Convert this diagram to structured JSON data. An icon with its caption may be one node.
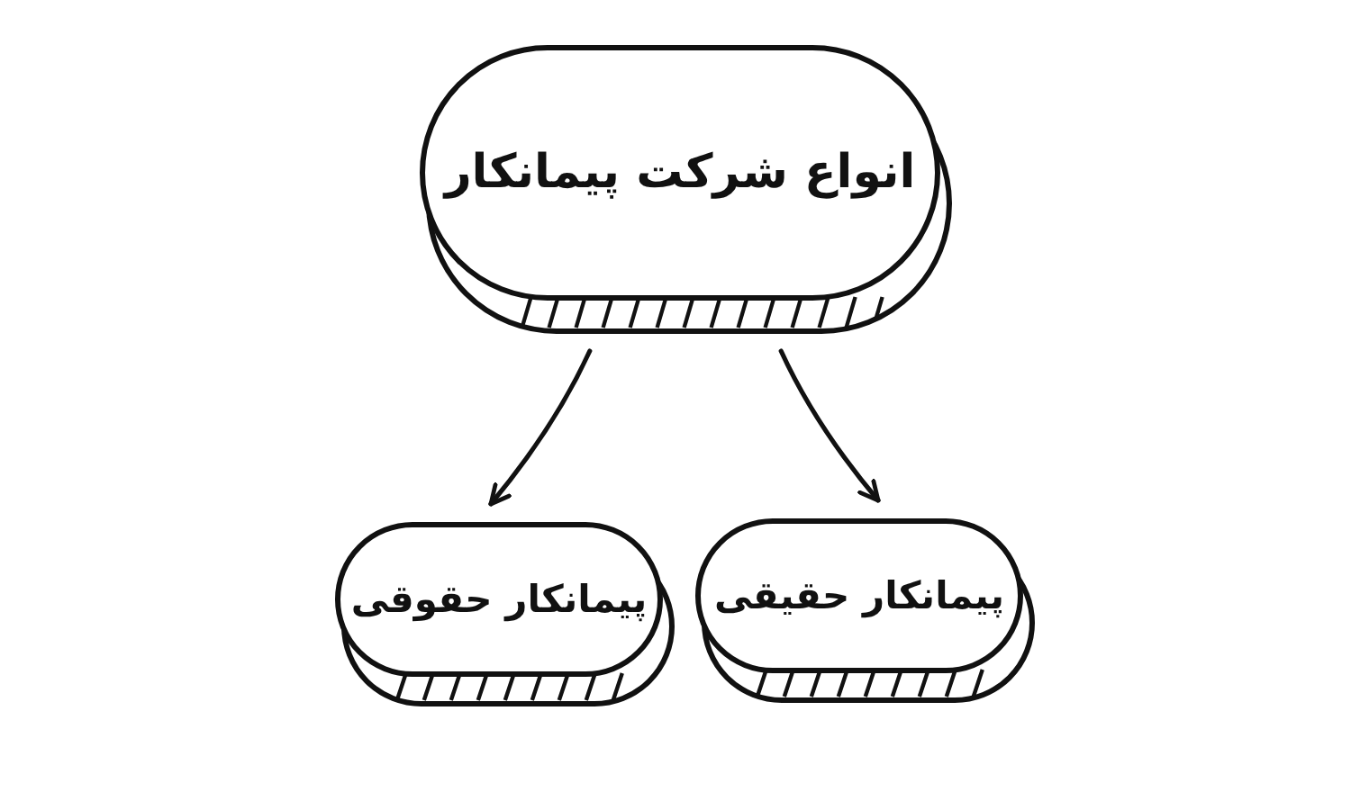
{
  "diagram": {
    "nodes": [
      {
        "text": [
          "انواع شرکت پیمانکار"
        ]
      },
      {
        "text": [
          "پیمانکار حقوقی"
        ]
      },
      {
        "text": [
          "پیمانکار حقیقی"
        ]
      }
    ],
    "edges": [
      {
        "from": 0,
        "to": 1,
        "arrow": "to"
      },
      {
        "from": 0,
        "to": 2,
        "arrow": "to"
      }
    ]
  }
}
